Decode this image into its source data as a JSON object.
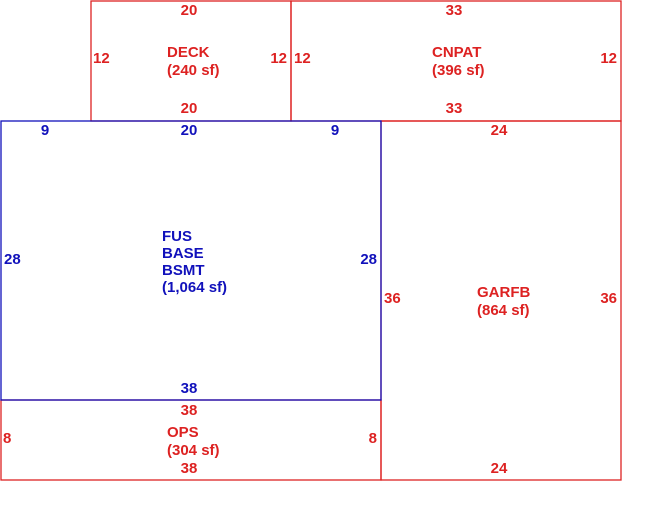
{
  "colors": {
    "red": "#dd2222",
    "blue": "#1111bb"
  },
  "areas": [
    {
      "id": "deck",
      "color": "red",
      "lines": [
        "DECK",
        "(240 sf)"
      ],
      "dims": [
        "20",
        "20",
        "12",
        "12"
      ]
    },
    {
      "id": "cnpat",
      "color": "red",
      "lines": [
        "CNPAT",
        "(396 sf)"
      ],
      "dims": [
        "33",
        "33",
        "12",
        "12"
      ]
    },
    {
      "id": "fus",
      "color": "blue",
      "lines": [
        "FUS",
        "BASE",
        "BSMT",
        "(1,064 sf)"
      ],
      "dims": [
        "20",
        "9",
        "9",
        "28",
        "28",
        "38"
      ]
    },
    {
      "id": "garfb",
      "color": "red",
      "lines": [
        "GARFB",
        "(864 sf)"
      ],
      "dims": [
        "24",
        "24",
        "36",
        "36"
      ]
    },
    {
      "id": "ops",
      "color": "red",
      "lines": [
        "OPS",
        "(304 sf)"
      ],
      "dims": [
        "38",
        "38",
        "8",
        "8"
      ]
    }
  ]
}
